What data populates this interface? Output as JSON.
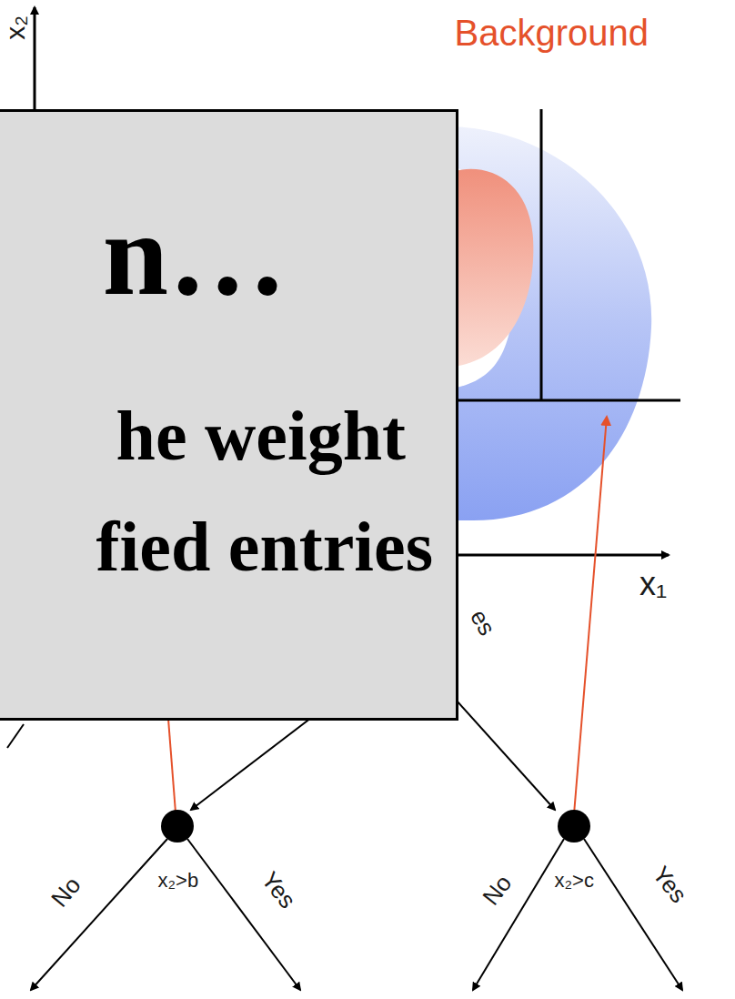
{
  "diagram": {
    "nodes": [
      {
        "text": [
          "n…",
          "he weight",
          "fied entries"
        ]
      }
    ],
    "labels": [
      "x₂",
      "Background",
      "x₁",
      "es",
      "No",
      "x₂>b",
      "Yes",
      "No",
      "x₂>c",
      "Yes"
    ]
  }
}
